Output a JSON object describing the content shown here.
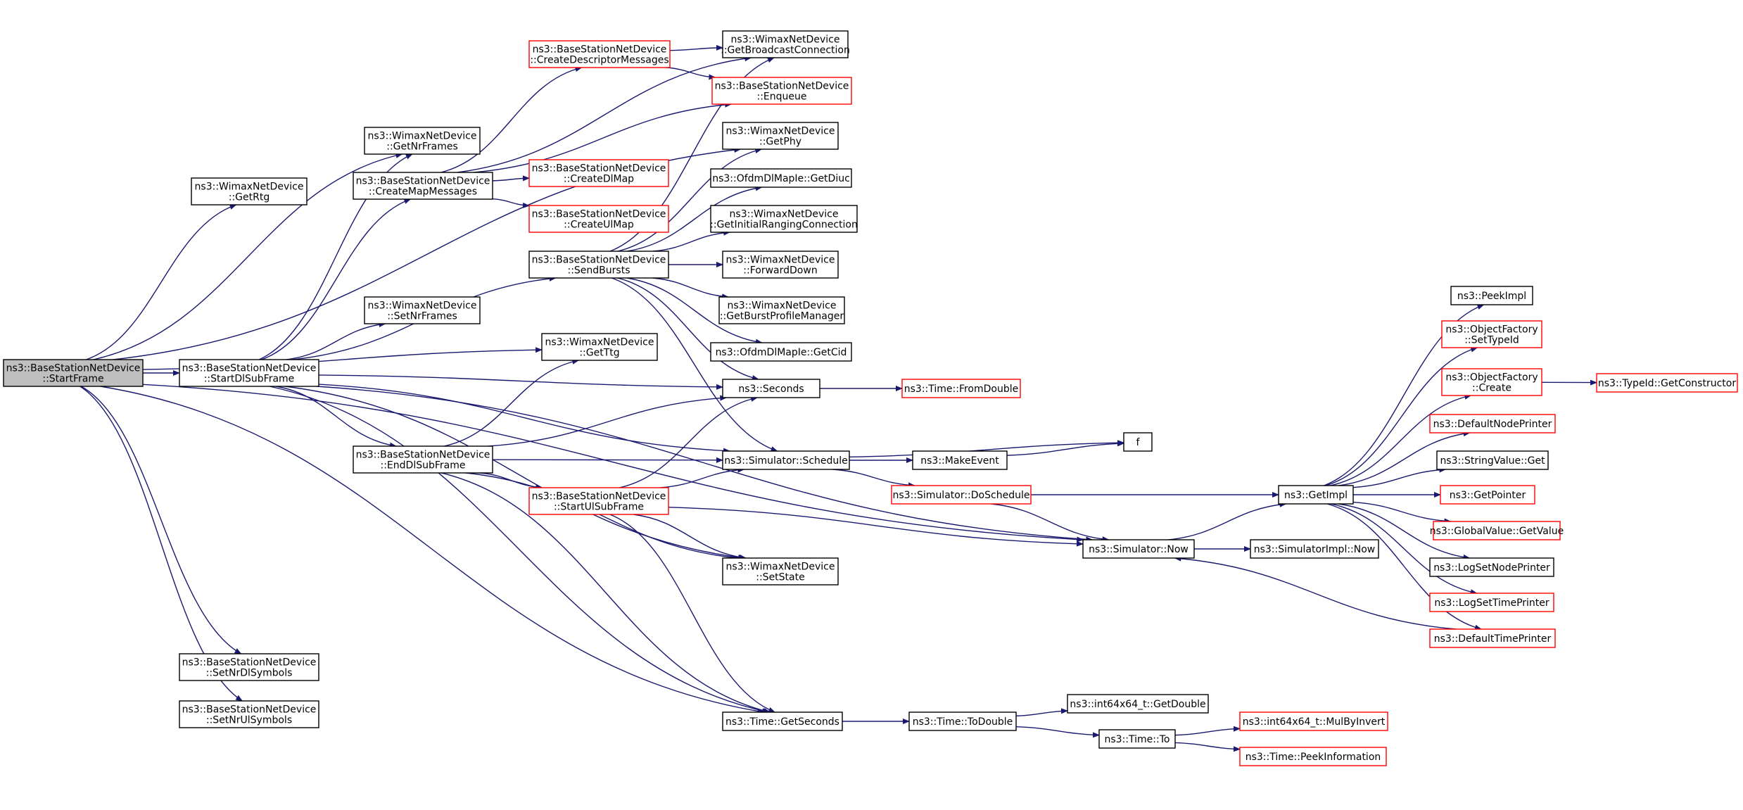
{
  "colors": {
    "edge": "#191970",
    "node_fill": "#ffffff",
    "root_fill": "#bfbfbf",
    "normal_border": "#000000",
    "truncated_border": "#ff0000"
  },
  "nodes": [
    {
      "id": "startframe",
      "lines": [
        "ns3::BaseStationNetDevice",
        "::StartFrame"
      ],
      "style": "root"
    },
    {
      "id": "startdlsubframe",
      "lines": [
        "ns3::BaseStationNetDevice",
        "::StartDlSubFrame"
      ],
      "style": "normal"
    },
    {
      "id": "getrtg",
      "lines": [
        "ns3::WimaxNetDevice",
        "::GetRtg"
      ],
      "style": "normal"
    },
    {
      "id": "getnrframes",
      "lines": [
        "ns3::WimaxNetDevice",
        "::GetNrFrames"
      ],
      "style": "normal"
    },
    {
      "id": "createmapmessages",
      "lines": [
        "ns3::BaseStationNetDevice",
        "::CreateMapMessages"
      ],
      "style": "normal"
    },
    {
      "id": "setnrframes",
      "lines": [
        "ns3::WimaxNetDevice",
        "::SetNrFrames"
      ],
      "style": "normal"
    },
    {
      "id": "enddlsubframe",
      "lines": [
        "ns3::BaseStationNetDevice",
        "::EndDlSubFrame"
      ],
      "style": "normal"
    },
    {
      "id": "setnrdlsymbols",
      "lines": [
        "ns3::BaseStationNetDevice",
        "::SetNrDlSymbols"
      ],
      "style": "normal"
    },
    {
      "id": "setnrulsymbols",
      "lines": [
        "ns3::BaseStationNetDevice",
        "::SetNrUlSymbols"
      ],
      "style": "normal"
    },
    {
      "id": "createdescriptormessages",
      "lines": [
        "ns3::BaseStationNetDevice",
        "::CreateDescriptorMessages"
      ],
      "style": "truncated"
    },
    {
      "id": "createdlmap",
      "lines": [
        "ns3::BaseStationNetDevice",
        "::CreateDlMap"
      ],
      "style": "truncated"
    },
    {
      "id": "createulmap",
      "lines": [
        "ns3::BaseStationNetDevice",
        "::CreateUlMap"
      ],
      "style": "truncated"
    },
    {
      "id": "sendbursts",
      "lines": [
        "ns3::BaseStationNetDevice",
        "::SendBursts"
      ],
      "style": "normal"
    },
    {
      "id": "getttg",
      "lines": [
        "ns3::WimaxNetDevice",
        "::GetTtg"
      ],
      "style": "normal"
    },
    {
      "id": "startulsubframe",
      "lines": [
        "ns3::BaseStationNetDevice",
        "::StartUlSubFrame"
      ],
      "style": "truncated"
    },
    {
      "id": "getbroadcastconnection",
      "lines": [
        "ns3::WimaxNetDevice",
        "::GetBroadcastConnection"
      ],
      "style": "normal"
    },
    {
      "id": "enqueue",
      "lines": [
        "ns3::BaseStationNetDevice",
        "::Enqueue"
      ],
      "style": "truncated"
    },
    {
      "id": "getphy",
      "lines": [
        "ns3::WimaxNetDevice",
        "::GetPhy"
      ],
      "style": "normal"
    },
    {
      "id": "getdiuc",
      "lines": [
        "ns3::OfdmDlMapIe::GetDiuc"
      ],
      "style": "normal"
    },
    {
      "id": "getinitialrangingconnection",
      "lines": [
        "ns3::WimaxNetDevice",
        "::GetInitialRangingConnection"
      ],
      "style": "normal"
    },
    {
      "id": "forwarddown",
      "lines": [
        "ns3::WimaxNetDevice",
        "::ForwardDown"
      ],
      "style": "normal"
    },
    {
      "id": "getburstprofilemanager",
      "lines": [
        "ns3::WimaxNetDevice",
        "::GetBurstProfileManager"
      ],
      "style": "normal"
    },
    {
      "id": "getcid",
      "lines": [
        "ns3::OfdmDlMapIe::GetCid"
      ],
      "style": "normal"
    },
    {
      "id": "seconds",
      "lines": [
        "ns3::Seconds"
      ],
      "style": "normal"
    },
    {
      "id": "schedule",
      "lines": [
        "ns3::Simulator::Schedule"
      ],
      "style": "normal"
    },
    {
      "id": "setstate",
      "lines": [
        "ns3::WimaxNetDevice",
        "::SetState"
      ],
      "style": "normal"
    },
    {
      "id": "getseconds",
      "lines": [
        "ns3::Time::GetSeconds"
      ],
      "style": "normal"
    },
    {
      "id": "fromdouble",
      "lines": [
        "ns3::Time::FromDouble"
      ],
      "style": "truncated"
    },
    {
      "id": "makeevent",
      "lines": [
        "ns3::MakeEvent"
      ],
      "style": "normal"
    },
    {
      "id": "doschedule",
      "lines": [
        "ns3::Simulator::DoSchedule"
      ],
      "style": "truncated"
    },
    {
      "id": "f",
      "lines": [
        "f"
      ],
      "style": "normal"
    },
    {
      "id": "now",
      "lines": [
        "ns3::Simulator::Now"
      ],
      "style": "normal"
    },
    {
      "id": "simimplnow",
      "lines": [
        "ns3::SimulatorImpl::Now"
      ],
      "style": "normal"
    },
    {
      "id": "todouble",
      "lines": [
        "ns3::Time::ToDouble"
      ],
      "style": "normal"
    },
    {
      "id": "getdouble",
      "lines": [
        "ns3::int64x64_t::GetDouble"
      ],
      "style": "normal"
    },
    {
      "id": "timeto",
      "lines": [
        "ns3::Time::To"
      ],
      "style": "normal"
    },
    {
      "id": "mulbyinvert",
      "lines": [
        "ns3::int64x64_t::MulByInvert"
      ],
      "style": "truncated"
    },
    {
      "id": "peekinformation",
      "lines": [
        "ns3::Time::PeekInformation"
      ],
      "style": "truncated"
    },
    {
      "id": "getimpl",
      "lines": [
        "ns3::GetImpl"
      ],
      "style": "normal"
    },
    {
      "id": "peekimpl",
      "lines": [
        "ns3::PeekImpl"
      ],
      "style": "normal"
    },
    {
      "id": "settypeid",
      "lines": [
        "ns3::ObjectFactory",
        "::SetTypeId"
      ],
      "style": "truncated"
    },
    {
      "id": "ofcreate",
      "lines": [
        "ns3::ObjectFactory",
        "::Create"
      ],
      "style": "truncated"
    },
    {
      "id": "getconstructor",
      "lines": [
        "ns3::TypeId::GetConstructor"
      ],
      "style": "truncated"
    },
    {
      "id": "defaultnodeprinter",
      "lines": [
        "ns3::DefaultNodePrinter"
      ],
      "style": "truncated"
    },
    {
      "id": "stringvalueget",
      "lines": [
        "ns3::StringValue::Get"
      ],
      "style": "normal"
    },
    {
      "id": "getpointer",
      "lines": [
        "ns3::GetPointer"
      ],
      "style": "truncated"
    },
    {
      "id": "globalvalue",
      "lines": [
        "ns3::GlobalValue::GetValue"
      ],
      "style": "truncated"
    },
    {
      "id": "logsetnodeprinter",
      "lines": [
        "ns3::LogSetNodePrinter"
      ],
      "style": "normal"
    },
    {
      "id": "logsettimeprinter",
      "lines": [
        "ns3::LogSetTimePrinter"
      ],
      "style": "truncated"
    },
    {
      "id": "defaulttimeprinter",
      "lines": [
        "ns3::DefaultTimePrinter"
      ],
      "style": "truncated"
    }
  ],
  "edges": [
    [
      "startframe",
      "startdlsubframe"
    ],
    [
      "startframe",
      "getrtg"
    ],
    [
      "startframe",
      "getnrframes"
    ],
    [
      "startframe",
      "getphy"
    ],
    [
      "startframe",
      "getttg"
    ],
    [
      "startframe",
      "now"
    ],
    [
      "startframe",
      "setnrdlsymbols"
    ],
    [
      "startframe",
      "setnrulsymbols"
    ],
    [
      "startframe",
      "getseconds"
    ],
    [
      "startdlsubframe",
      "getnrframes"
    ],
    [
      "startdlsubframe",
      "createmapmessages"
    ],
    [
      "startdlsubframe",
      "sendbursts"
    ],
    [
      "startdlsubframe",
      "setnrframes"
    ],
    [
      "startdlsubframe",
      "seconds"
    ],
    [
      "startdlsubframe",
      "enddlsubframe"
    ],
    [
      "startdlsubframe",
      "schedule"
    ],
    [
      "startdlsubframe",
      "setstate"
    ],
    [
      "startdlsubframe",
      "now"
    ],
    [
      "startdlsubframe",
      "getseconds"
    ],
    [
      "createmapmessages",
      "createdescriptormessages"
    ],
    [
      "createmapmessages",
      "getbroadcastconnection"
    ],
    [
      "createmapmessages",
      "enqueue"
    ],
    [
      "createmapmessages",
      "createdlmap"
    ],
    [
      "createmapmessages",
      "createulmap"
    ],
    [
      "createdescriptormessages",
      "getbroadcastconnection"
    ],
    [
      "createdescriptormessages",
      "enqueue"
    ],
    [
      "sendbursts",
      "getbroadcastconnection"
    ],
    [
      "sendbursts",
      "getphy"
    ],
    [
      "sendbursts",
      "getdiuc"
    ],
    [
      "sendbursts",
      "getinitialrangingconnection"
    ],
    [
      "sendbursts",
      "forwarddown"
    ],
    [
      "sendbursts",
      "getburstprofilemanager"
    ],
    [
      "sendbursts",
      "getcid"
    ],
    [
      "sendbursts",
      "seconds"
    ],
    [
      "sendbursts",
      "schedule"
    ],
    [
      "enddlsubframe",
      "getttg"
    ],
    [
      "enddlsubframe",
      "seconds"
    ],
    [
      "enddlsubframe",
      "schedule"
    ],
    [
      "enddlsubframe",
      "startulsubframe"
    ],
    [
      "enddlsubframe",
      "setstate"
    ],
    [
      "enddlsubframe",
      "getseconds"
    ],
    [
      "startulsubframe",
      "seconds"
    ],
    [
      "startulsubframe",
      "schedule"
    ],
    [
      "startulsubframe",
      "setstate"
    ],
    [
      "startulsubframe",
      "now"
    ],
    [
      "startulsubframe",
      "getseconds"
    ],
    [
      "seconds",
      "fromdouble"
    ],
    [
      "schedule",
      "f"
    ],
    [
      "schedule",
      "makeevent"
    ],
    [
      "schedule",
      "doschedule"
    ],
    [
      "makeevent",
      "f"
    ],
    [
      "doschedule",
      "getimpl"
    ],
    [
      "doschedule",
      "now"
    ],
    [
      "now",
      "getimpl"
    ],
    [
      "now",
      "simimplnow"
    ],
    [
      "getseconds",
      "todouble"
    ],
    [
      "todouble",
      "getdouble"
    ],
    [
      "todouble",
      "timeto"
    ],
    [
      "timeto",
      "mulbyinvert"
    ],
    [
      "timeto",
      "peekinformation"
    ],
    [
      "getimpl",
      "peekimpl"
    ],
    [
      "getimpl",
      "settypeid"
    ],
    [
      "getimpl",
      "ofcreate"
    ],
    [
      "getimpl",
      "defaultnodeprinter"
    ],
    [
      "getimpl",
      "stringvalueget"
    ],
    [
      "getimpl",
      "getpointer"
    ],
    [
      "getimpl",
      "globalvalue"
    ],
    [
      "getimpl",
      "logsetnodeprinter"
    ],
    [
      "getimpl",
      "logsettimeprinter"
    ],
    [
      "getimpl",
      "defaulttimeprinter"
    ],
    [
      "ofcreate",
      "getconstructor"
    ],
    [
      "defaulttimeprinter",
      "now"
    ]
  ]
}
